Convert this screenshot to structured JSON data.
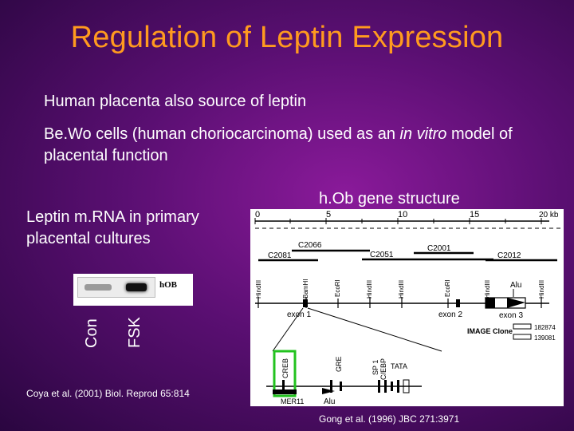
{
  "slide": {
    "title": "Regulation of Leptin Expression",
    "bullet1": "Human placenta also source of leptin",
    "bullet2_start": "Be.Wo cells (human choriocarcinoma) used as an ",
    "bullet2_italic": "in vitro",
    "bullet2_end": " model of placental function",
    "left_heading_1": "Leptin m.RNA in primary",
    "left_heading_2": "placental cultures",
    "right_heading": "h.Ob gene structure",
    "citation_left": "Coya et al. (2001) Biol. Reprod 65:814",
    "citation_right": "Gong et al. (1996) JBC 271:3971"
  },
  "blot": {
    "band_label": "hOB",
    "lanes": [
      "Con",
      "FSK"
    ]
  },
  "gene_map": {
    "scale_ticks": [
      "0",
      "5",
      "10",
      "15",
      "20 kb"
    ],
    "clones": [
      "C2066",
      "C2081",
      "C2051",
      "C2001",
      "C2012"
    ],
    "sites": [
      "HindIII",
      "BamHI",
      "EcoRI",
      "HindIII",
      "HindIII",
      "EcoRI",
      "HindIII",
      "HindIII"
    ],
    "exons": [
      "exon 1",
      "exon 2",
      "exon 3"
    ],
    "alu_label": "Alu",
    "image_clone_label": "IMAGE Clone",
    "clone_ids": [
      "182874",
      "139081"
    ],
    "promoter_elements": [
      "CREB",
      "GRE",
      "SP 1",
      "C/EBP",
      "TATA"
    ],
    "bottom_labels": [
      "MER11",
      "Alu"
    ],
    "highlight_color": "#22c21e"
  },
  "colors": {
    "title": "#ff9a1f",
    "text": "#ffffff"
  }
}
